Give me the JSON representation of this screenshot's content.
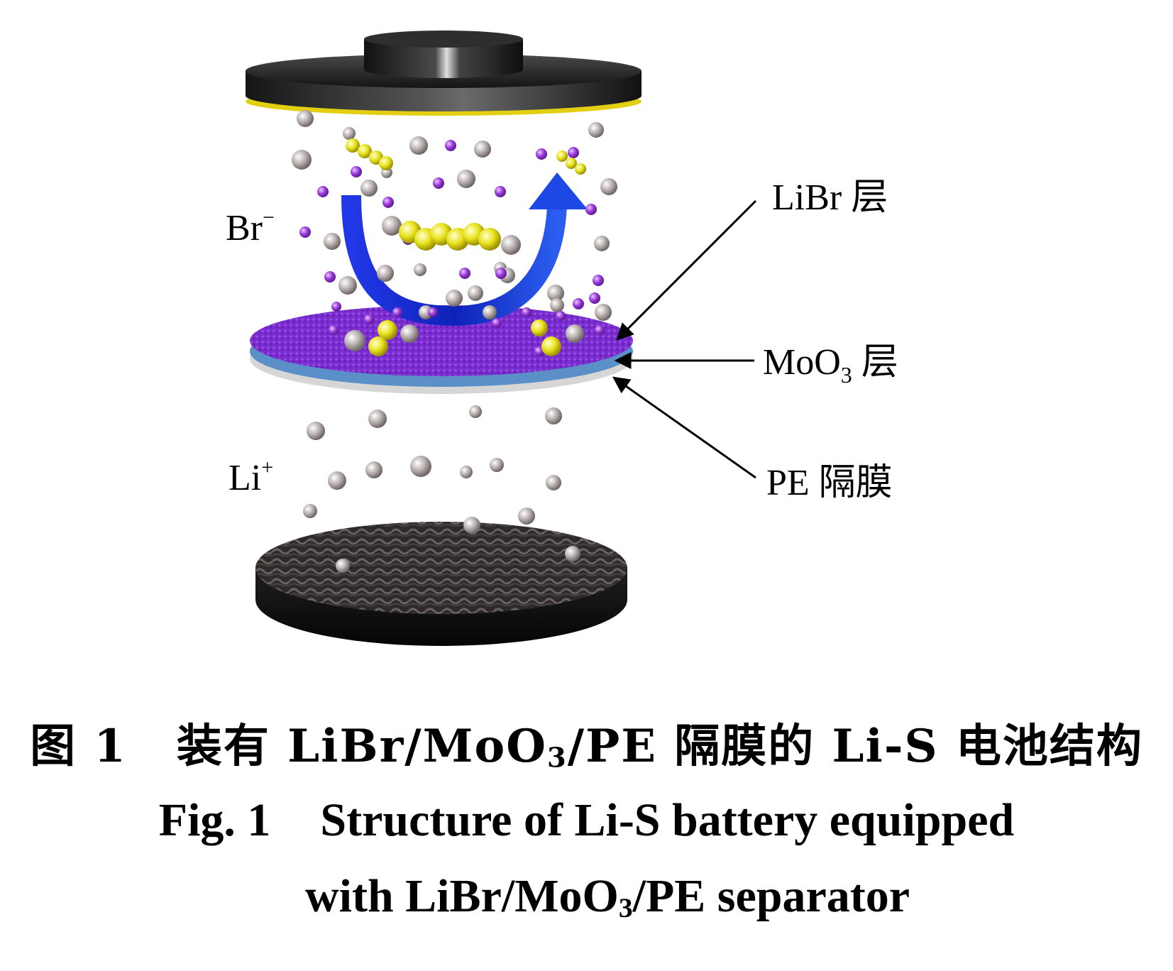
{
  "labels": {
    "br_ion": "Br",
    "br_charge": "−",
    "li_ion": "Li",
    "li_charge": "+",
    "libr_layer": "LiBr 层",
    "moo3_main": "MoO",
    "moo3_sub": "3",
    "moo3_suffix": " 层",
    "pe_separator": "PE 隔膜"
  },
  "caption": {
    "cn_fig": "图 1",
    "cn_a": "装有 LiBr/MoO",
    "cn_sub": "3",
    "cn_b": "/PE 隔膜的 Li-S 电池结构",
    "en_fig": "Fig. 1",
    "en_line1": "Structure of Li-S battery equipped",
    "en_a": "with LiBr/MoO",
    "en_sub": "3",
    "en_b": "/PE separator"
  },
  "colors": {
    "cap": "#2a2a2a",
    "gold_rim": "#e8d21a",
    "purple_layer": "#7a2bd0",
    "moo3_layer": "#5a8fc8",
    "pe_layer": "#d9d9d9",
    "arrow": "#1c3fe0",
    "sulfur": "#e6e020",
    "li_sphere": "#b8b0b0",
    "br_sphere": "#9b3fd8"
  }
}
